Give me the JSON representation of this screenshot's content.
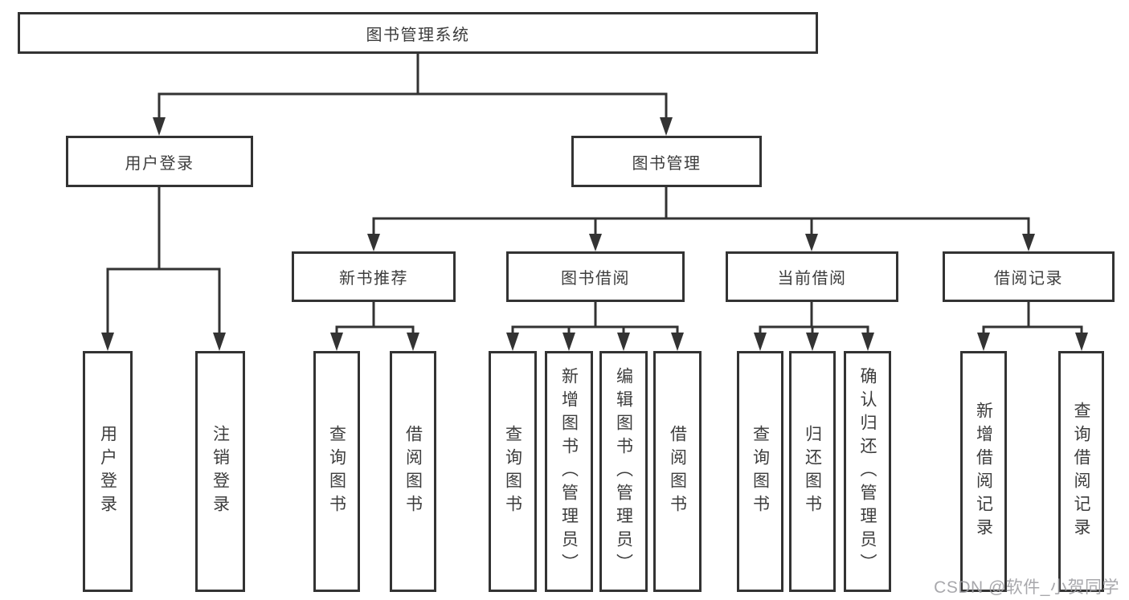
{
  "diagram": {
    "tree": {
      "label": "图书管理系统",
      "children": [
        {
          "label": "用户登录",
          "children": [
            {
              "label": "用户登录"
            },
            {
              "label": "注销登录"
            }
          ]
        },
        {
          "label": "图书管理",
          "children": [
            {
              "label": "新书推荐",
              "children": [
                {
                  "label": "查询图书"
                },
                {
                  "label": "借阅图书"
                }
              ]
            },
            {
              "label": "图书借阅",
              "children": [
                {
                  "label": "查询图书"
                },
                {
                  "label": "新增图书（管理员）"
                },
                {
                  "label": "编辑图书（管理员）"
                },
                {
                  "label": "借阅图书"
                }
              ]
            },
            {
              "label": "当前借阅",
              "children": [
                {
                  "label": "查询图书"
                },
                {
                  "label": "归还图书"
                },
                {
                  "label": "确认归还（管理员）"
                }
              ]
            },
            {
              "label": "借阅记录",
              "children": [
                {
                  "label": "新增借阅记录"
                },
                {
                  "label": "查询借阅记录"
                }
              ]
            }
          ]
        }
      ]
    }
  },
  "watermark": {
    "text": "CSDN @软件_小贺同学"
  },
  "colors": {
    "line": "#333333",
    "box_border": "#333333",
    "text": "#3d3d3d",
    "watermark": "#9e9ea3",
    "background": "#ffffff"
  }
}
